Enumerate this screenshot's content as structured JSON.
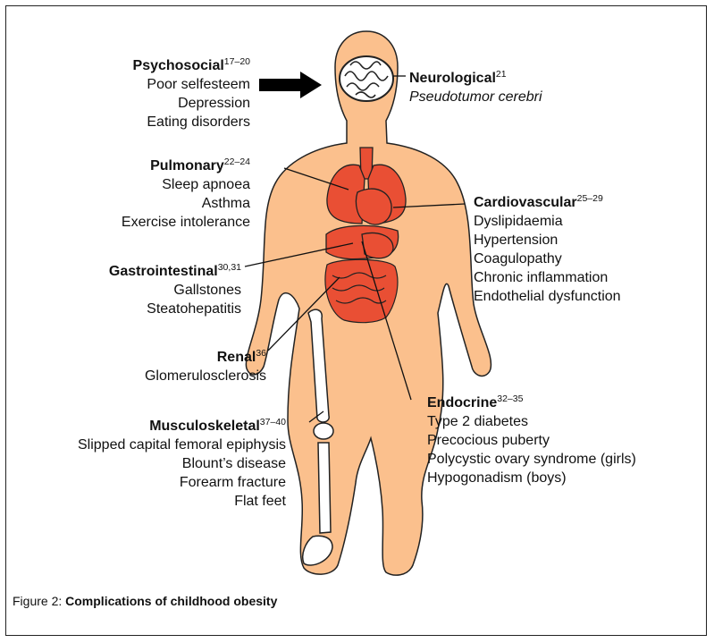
{
  "colors": {
    "skin": "#fbc08d",
    "organ": "#e94f34",
    "outline": "#222222",
    "arrow": "#000000"
  },
  "groups": {
    "psychosocial": {
      "title": "Psychosocial",
      "refs": "17–20",
      "items": [
        "Poor selfesteem",
        "Depression",
        "Eating disorders"
      ]
    },
    "neurological": {
      "title": "Neurological",
      "refs": "21",
      "items": [
        "Pseudotumor cerebri"
      ]
    },
    "pulmonary": {
      "title": "Pulmonary",
      "refs": "22–24",
      "items": [
        "Sleep apnoea",
        "Asthma",
        "Exercise intolerance"
      ]
    },
    "cardiovascular": {
      "title": "Cardiovascular",
      "refs": "25–29",
      "items": [
        "Dyslipidaemia",
        "Hypertension",
        "Coagulopathy",
        "Chronic inflammation",
        "Endothelial dysfunction"
      ]
    },
    "gastrointestinal": {
      "title": "Gastrointestinal",
      "refs": "30,31",
      "items": [
        "Gallstones",
        "Steatohepatitis"
      ]
    },
    "renal": {
      "title": "Renal",
      "refs": "36",
      "items": [
        "Glomerulosclerosis"
      ]
    },
    "endocrine": {
      "title": "Endocrine",
      "refs": "32–35",
      "items": [
        "Type 2 diabetes",
        "Precocious puberty",
        "Polycystic ovary syndrome (girls)",
        "Hypogonadism (boys)"
      ]
    },
    "musculoskeletal": {
      "title": "Musculoskeletal",
      "refs": "37–40",
      "items": [
        "Slipped capital femoral epiphysis",
        "Blount’s disease",
        "Forearm fracture",
        "Flat feet"
      ]
    }
  },
  "caption": {
    "prefix": "Figure 2: ",
    "title": "Complications of childhood obesity"
  }
}
